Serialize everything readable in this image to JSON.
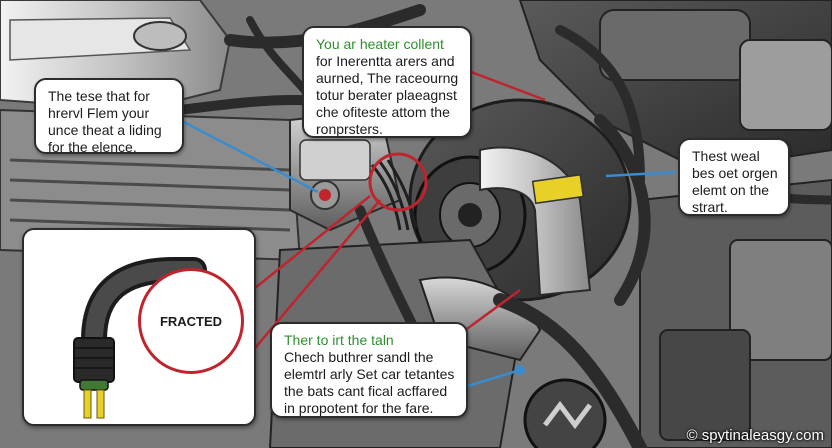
{
  "callouts": {
    "top_left": {
      "lines": [
        "The tese that for",
        "hrervl Flem your",
        "unce theat a liding",
        "for the elence."
      ]
    },
    "top_center": {
      "highlight": "You ar heater collent",
      "lines": [
        "for Inerentta arers and",
        "aurned, The raceourng",
        "totur berater plaeagnst",
        "che ofiteste attom the",
        "ronprsters."
      ]
    },
    "right": {
      "lines": [
        "Thest weal",
        "bes oet orgen",
        "elemt on the",
        "strart."
      ]
    },
    "bottom_center": {
      "highlight": "Ther to irt the taln",
      "lines": [
        "Chech buthrer sandl the",
        "elemtrl arly Set car tetantes",
        "the bats cant fical acffared",
        "in propotent for the fare."
      ]
    }
  },
  "inset": {
    "label": "FRACTED"
  },
  "watermark": "© spytinaleasgy.com",
  "colors": {
    "highlight_text": "#2f8f2f",
    "leader_line": "#c0242c",
    "ring": "#c0242c",
    "accent_band": "#e8d028",
    "leader_secondary": "#3a8ccf"
  },
  "icons": [
    "copyright-icon"
  ]
}
